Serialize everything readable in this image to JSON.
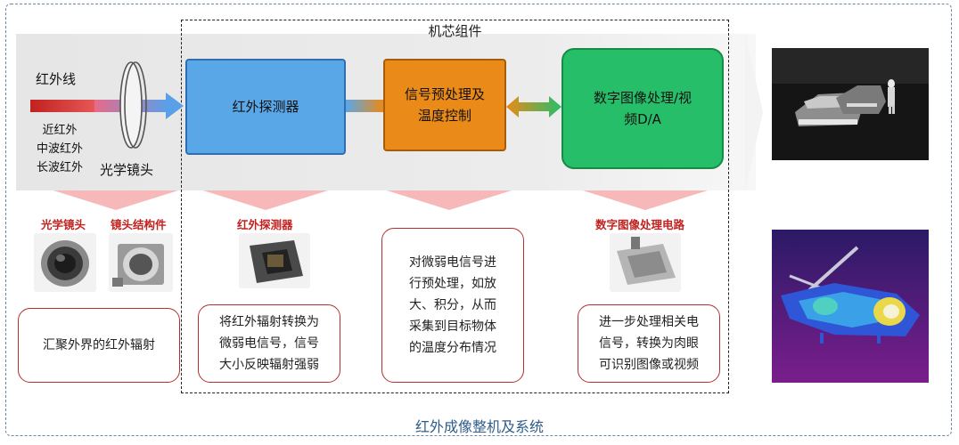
{
  "footer_title": "红外成像整机及系统",
  "core_title": "机芯组件",
  "input": {
    "ir_label": "红外线",
    "bands": [
      "近红外",
      "中波红外",
      "长波红外"
    ],
    "lens_label": "光学镜头"
  },
  "blocks": {
    "detector": "红外探测器",
    "signal": [
      "信号预处理及",
      "温度控制"
    ],
    "digital": [
      "数字图像处理/视",
      "频D/A"
    ]
  },
  "components": {
    "optical_lens": "光学镜头",
    "lens_structure": "镜头结构件",
    "detector": "红外探测器",
    "digital_circuit": "数字图像处理电路"
  },
  "descriptions": {
    "lens": "汇聚外界的红外辐射",
    "detector": [
      "将红外辐射转换为",
      "微弱电信号，信号",
      "大小反映辐射强弱"
    ],
    "signal": [
      "对微弱电信号进",
      "行预处理，如放",
      "大、积分，从而",
      "采集到目标物体",
      "的温度分布情况"
    ],
    "digital": [
      "进一步处理相关电",
      "信号，转换为肉眼",
      "可识别图像或视频"
    ]
  },
  "colors": {
    "detector_block": "#5aa7e8",
    "signal_block": "#ea8a18",
    "digital_block": "#27be6a",
    "red_label": "#c0221f",
    "footer": "#2f5d8a"
  }
}
